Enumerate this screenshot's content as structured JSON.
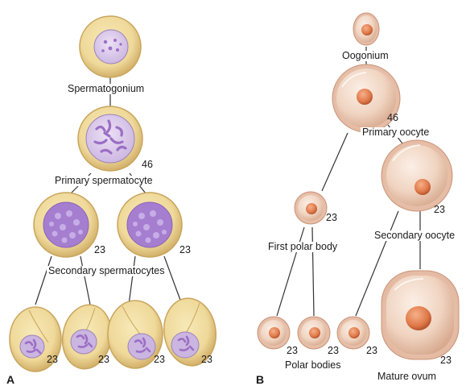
{
  "panel_a": {
    "letter": "A",
    "spermatogonium": "Spermatogonium",
    "primary_spermatocyte": "Primary spermatocyte",
    "primary_count": "46",
    "secondary_spermatocytes": "Secondary spermatocytes",
    "secondary_count": "23",
    "spermatid_count": "23"
  },
  "panel_b": {
    "letter": "B",
    "oogonium": "Oogonium",
    "primary_oocyte": "Primary oocyte",
    "primary_count": "46",
    "first_polar_body": "First polar body",
    "first_polar_count": "23",
    "secondary_oocyte": "Secondary oocyte",
    "secondary_count": "23",
    "polar_bodies": "Polar bodies",
    "polar_count": "23",
    "mature_ovum": "Mature ovum",
    "ovum_count": "23"
  },
  "colors": {
    "sperm_cell_fill": "#efd99a",
    "sperm_cell_ring": "#d7b868",
    "sperm_nucleus": "#d9c8e8",
    "chromatin": "#9b6fc4",
    "oocyte_fill": "#f1d7c6",
    "oocyte_nucleus": "#e07a4a",
    "line": "#333333"
  }
}
